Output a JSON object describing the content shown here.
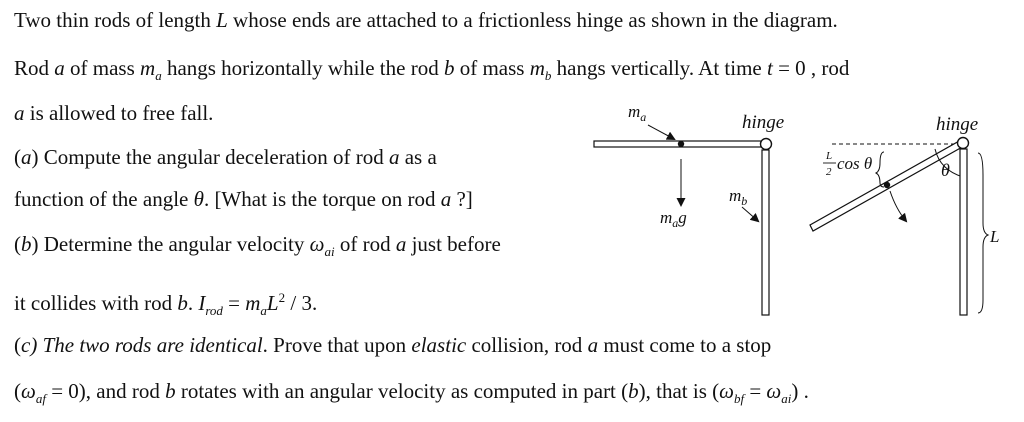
{
  "problem": {
    "l1_a": "Two thin rods of length ",
    "l1_L": "L",
    "l1_b": " whose ends are attached to a frictionless hinge as shown in the diagram.",
    "l2_a": "Rod ",
    "l2_rod_a": "a",
    "l2_b": " of mass ",
    "l2_m": "m",
    "l2_sub_a": "a",
    "l2_c": " hangs horizontally while the rod ",
    "l2_rod_b": "b",
    "l2_d": " of mass ",
    "l2_m2": "m",
    "l2_sub_b": "b",
    "l2_e": " hangs vertically.  At time ",
    "l2_t": "t",
    "l2_f": " = 0 , rod",
    "l3_a": "a",
    "l3_b": " is allowed to free fall.",
    "l4_a": "(",
    "l4_part": "a",
    "l4_b": ") Compute the angular deceleration of rod ",
    "l4_rod": "a",
    "l4_c": " as a",
    "l5_a": "function of the angle ",
    "l5_theta": "θ",
    "l5_b": ".  [What is the torque on rod ",
    "l5_rod": "a",
    "l5_c": " ?]",
    "l6_a": "(",
    "l6_part": "b",
    "l6_b": ") Determine the angular velocity ",
    "l6_omega": "ω",
    "l6_sub": "ai",
    "l6_c": " of rod ",
    "l6_rod": "a",
    "l6_d": " just before",
    "l7_a": "it collides with rod ",
    "l7_rod": "b",
    "l7_b": ".  ",
    "l7_I": "I",
    "l7_sub": "rod",
    "l7_c": " = ",
    "l7_m": "m",
    "l7_msub": "a",
    "l7_L": "L",
    "l7_sup": "2",
    "l7_d": " / 3.",
    "l8_a": "(",
    "l8_part": "c",
    "l8_b": ") The two rods are identical",
    "l8_c": ".  Prove that upon ",
    "l8_elastic": "elastic",
    "l8_d": " collision, rod ",
    "l8_rod": "a",
    "l8_e": " must come to a stop",
    "l9_a": "(",
    "l9_omega": "ω",
    "l9_sub": "af",
    "l9_b": " = 0),  and rod ",
    "l9_rod": "b",
    "l9_c": " rotates with an angular velocity as computed in part (",
    "l9_part": "b",
    "l9_d": "), that is (",
    "l9_omega2": "ω",
    "l9_sub2": "bf",
    "l9_e": " = ",
    "l9_omega3": "ω",
    "l9_sub3": "ai",
    "l9_f": ") ."
  },
  "diagram": {
    "label_ma": "m",
    "label_ma_sub": "a",
    "label_hinge1": "hinge",
    "label_hinge2": "hinge",
    "label_mag": "m",
    "label_mag_sub": "a",
    "label_mag_g": "g",
    "label_mb": "m",
    "label_mb_sub": "b",
    "label_frac_num": "L",
    "label_frac_den": "2",
    "label_cos": "cos θ",
    "label_theta": "θ",
    "label_L": "L"
  }
}
